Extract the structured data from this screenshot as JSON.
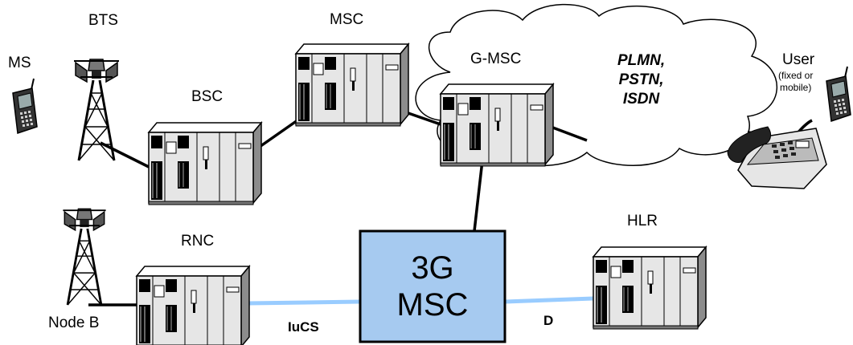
{
  "labels": {
    "ms": "MS",
    "bts": "BTS",
    "msc": "MSC",
    "bsc": "BSC",
    "gmsc": "G-MSC",
    "networks": [
      "PLMN,",
      "PSTN,",
      "ISDN"
    ],
    "user": "User",
    "user_note": [
      "(fixed or",
      "mobile)"
    ],
    "rnc": "RNC",
    "node_b": "Node B",
    "hlr": "HLR",
    "center": [
      "3G",
      "MSC"
    ],
    "iucs": "IuCS",
    "d": "D"
  },
  "colors": {
    "core_fill": "#a6caf0",
    "radio_link": "#99ccff",
    "line": "#000000",
    "equipment": "#d9d9d9"
  },
  "icons": [
    "mobile-phone-icon",
    "antenna-tower-icon",
    "switch-cabinet-icon",
    "cloud-icon",
    "desk-telephone-icon"
  ]
}
